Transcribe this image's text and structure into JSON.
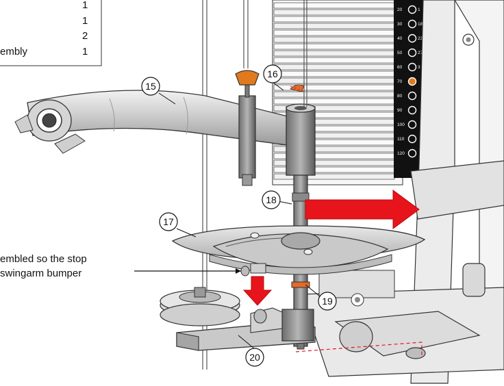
{
  "parts_table": {
    "rows": [
      {
        "name": "",
        "qty": "1"
      },
      {
        "name": "",
        "qty": "1"
      },
      {
        "name": "",
        "qty": "2"
      },
      {
        "name": "embly",
        "qty": "1"
      }
    ]
  },
  "callouts": [
    {
      "id": "15",
      "label": "15"
    },
    {
      "id": "16",
      "label": "16"
    },
    {
      "id": "17",
      "label": "17"
    },
    {
      "id": "18",
      "label": "18"
    },
    {
      "id": "19",
      "label": "19"
    },
    {
      "id": "20",
      "label": "20"
    }
  ],
  "note": {
    "line1": "embled so the stop",
    "line2": "swingarm bumper"
  },
  "weight_stack": {
    "labels": [
      "20",
      "30",
      "40",
      "50",
      "60",
      "70",
      "80",
      "90",
      "100",
      "110",
      "120"
    ],
    "partial_right": [
      "1",
      "18",
      "23",
      "27",
      "3"
    ]
  },
  "colors": {
    "arrow_red": "#e8141b",
    "knob_orange": "#e07a1c",
    "frame_gray": "#d9d9d9",
    "outline": "#222222"
  }
}
